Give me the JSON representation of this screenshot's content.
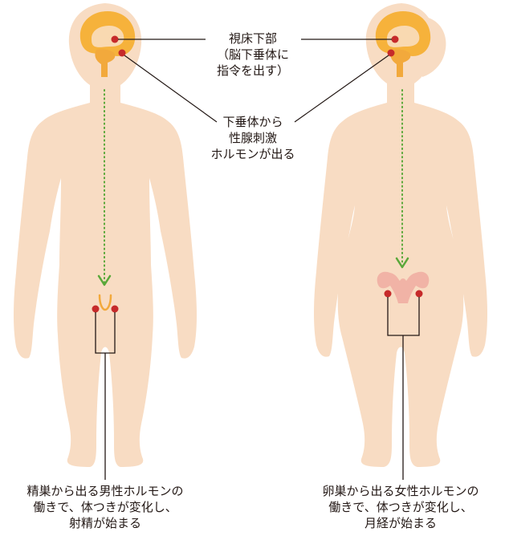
{
  "colors": {
    "skin": "#f8dcc3",
    "brain": "#f6b23b",
    "brain_inner": "#f9d9b1",
    "pituitary": "#f2a93c",
    "dot": "#c62a2a",
    "arrow": "#5aa83a",
    "uterus": "#f1b3a6",
    "line": "#231815"
  },
  "labels": {
    "hypothalamus": {
      "line1": "視床下部",
      "line2": "（脳下垂体に",
      "line3": "指令を出す）"
    },
    "pituitary": {
      "line1": "下垂体から",
      "line2": "性腺刺激",
      "line3": "ホルモンが出る"
    },
    "male": {
      "line1": "精巣から出る男性ホルモンの",
      "line2": "働きで、体つきが変化し、",
      "line3": "射精が始まる"
    },
    "female": {
      "line1": "卵巣から出る女性ホルモンの",
      "line2": "働きで、体つきが変化し、",
      "line3": "月経が始まる"
    }
  }
}
